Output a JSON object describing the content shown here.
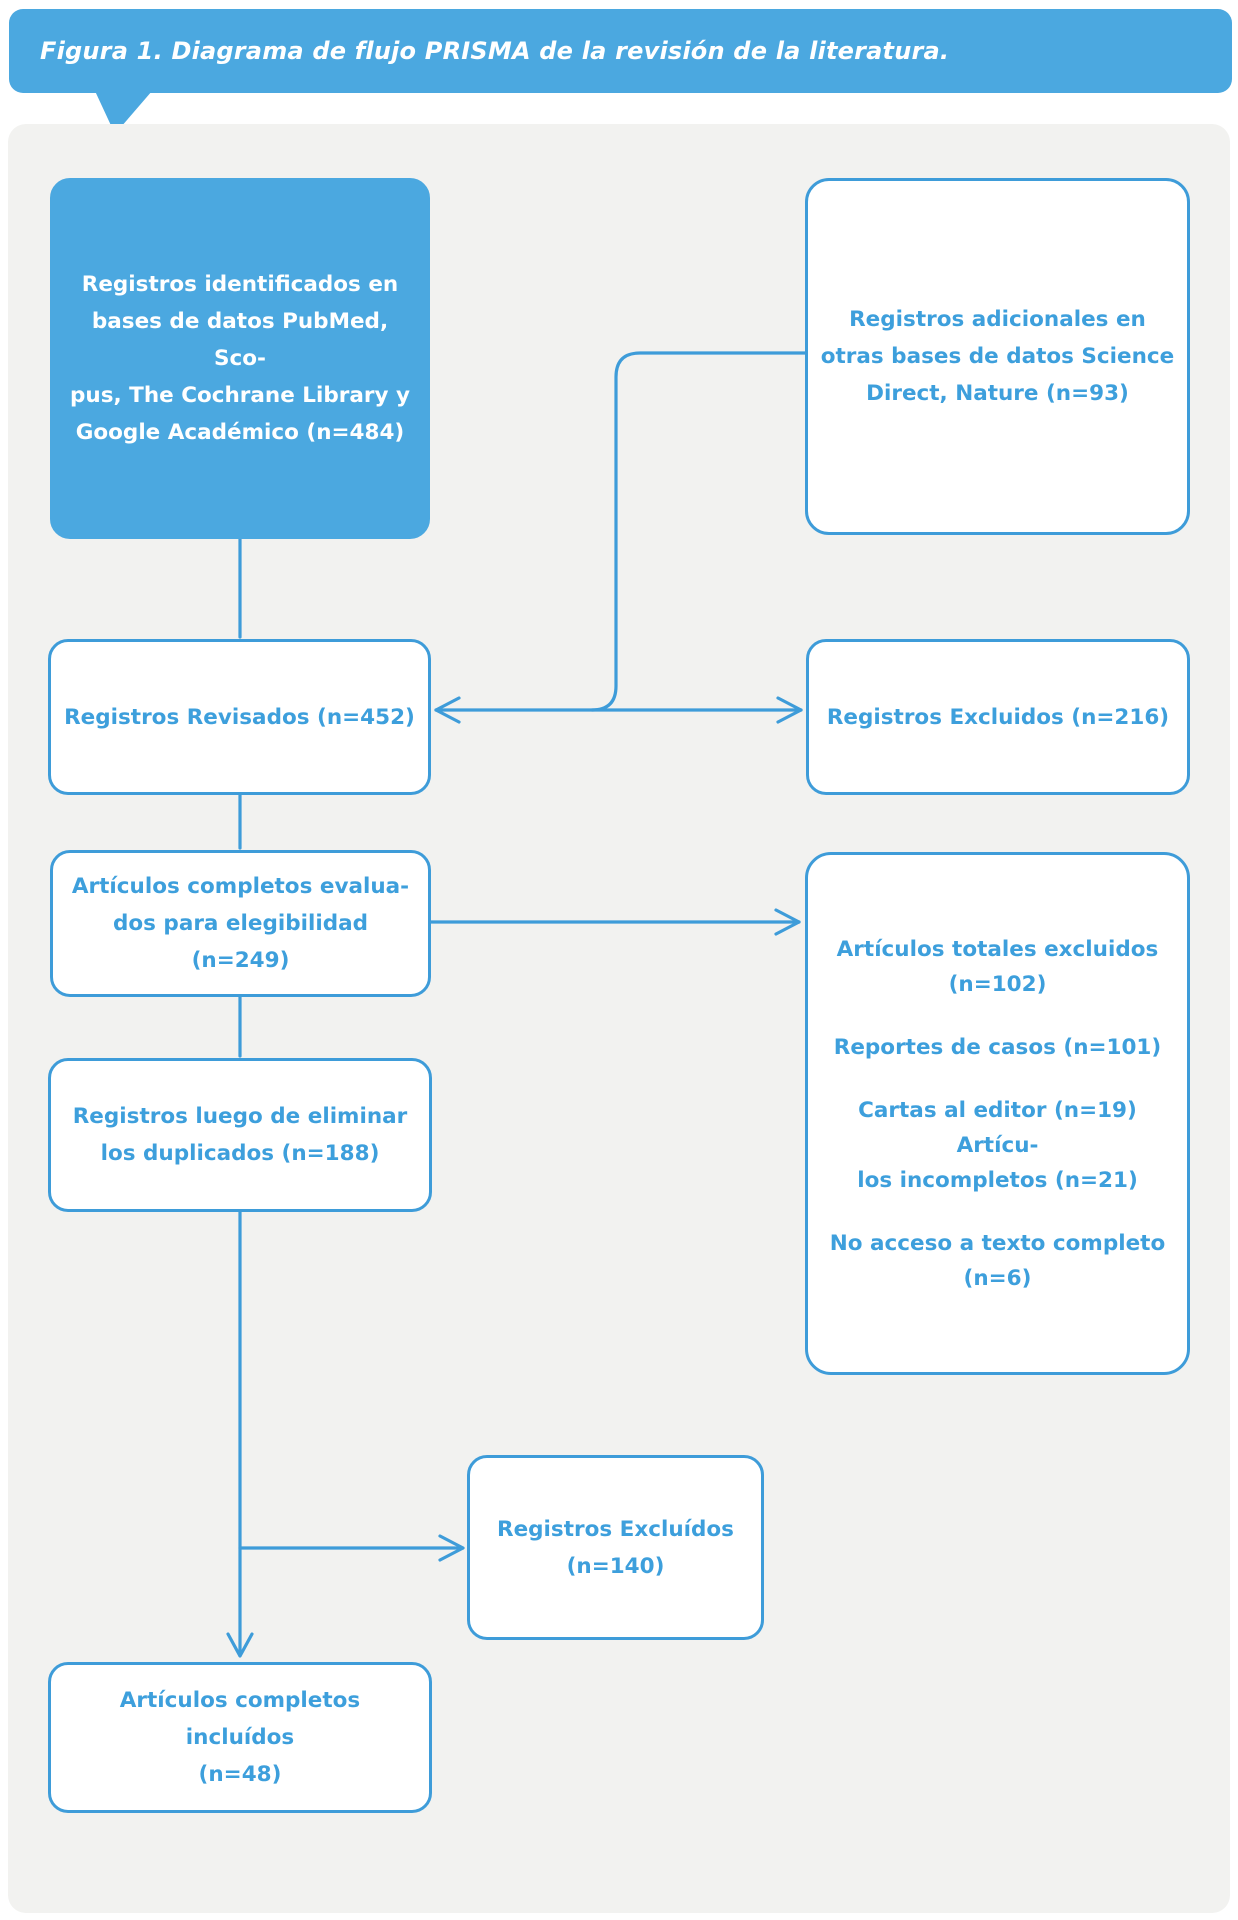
{
  "figure": {
    "caption": "Figura 1. Diagrama de flujo PRISMA de la revisión de la literatura."
  },
  "colors": {
    "blue_fill": "#4BA8E0",
    "blue_line": "#3E9CD9",
    "blue_text": "#3D9FDC",
    "panel_bg": "#F2F2F0",
    "text_white": "#FFFFFF"
  },
  "nodes": {
    "identified": {
      "lines": [
        "Registros identificados en",
        "bases de datos PubMed, Sco-",
        "pus, The Cochrane Library y",
        "Google Académico (n=484)"
      ]
    },
    "additional": {
      "lines": [
        "Registros adicionales en",
        "otras bases de datos Science",
        "Direct, Nature (n=93)"
      ]
    },
    "reviewed": {
      "lines": [
        "Registros Revisados (n=452)"
      ]
    },
    "excluded_216": {
      "lines": [
        "Registros Excluidos (n=216)"
      ]
    },
    "assessed": {
      "lines": [
        "Artículos completos evalua-",
        "dos para elegibilidad (n=249)"
      ]
    },
    "excluded_total": {
      "p1": [
        "Artículos totales excluidos",
        "(n=102)"
      ],
      "p2": [
        "Reportes de casos (n=101)"
      ],
      "p3": [
        "Cartas al editor (n=19) Artícu-",
        "los incompletos (n=21)"
      ],
      "p4": [
        "No acceso a texto completo",
        "(n=6)"
      ]
    },
    "deduplicated": {
      "lines": [
        "Registros luego de eliminar",
        "los duplicados (n=188)"
      ]
    },
    "excluded_140": {
      "lines": [
        "Registros Excluídos",
        "(n=140)"
      ]
    },
    "included": {
      "lines": [
        "Artículos completos incluídos",
        "(n=48)"
      ]
    }
  }
}
